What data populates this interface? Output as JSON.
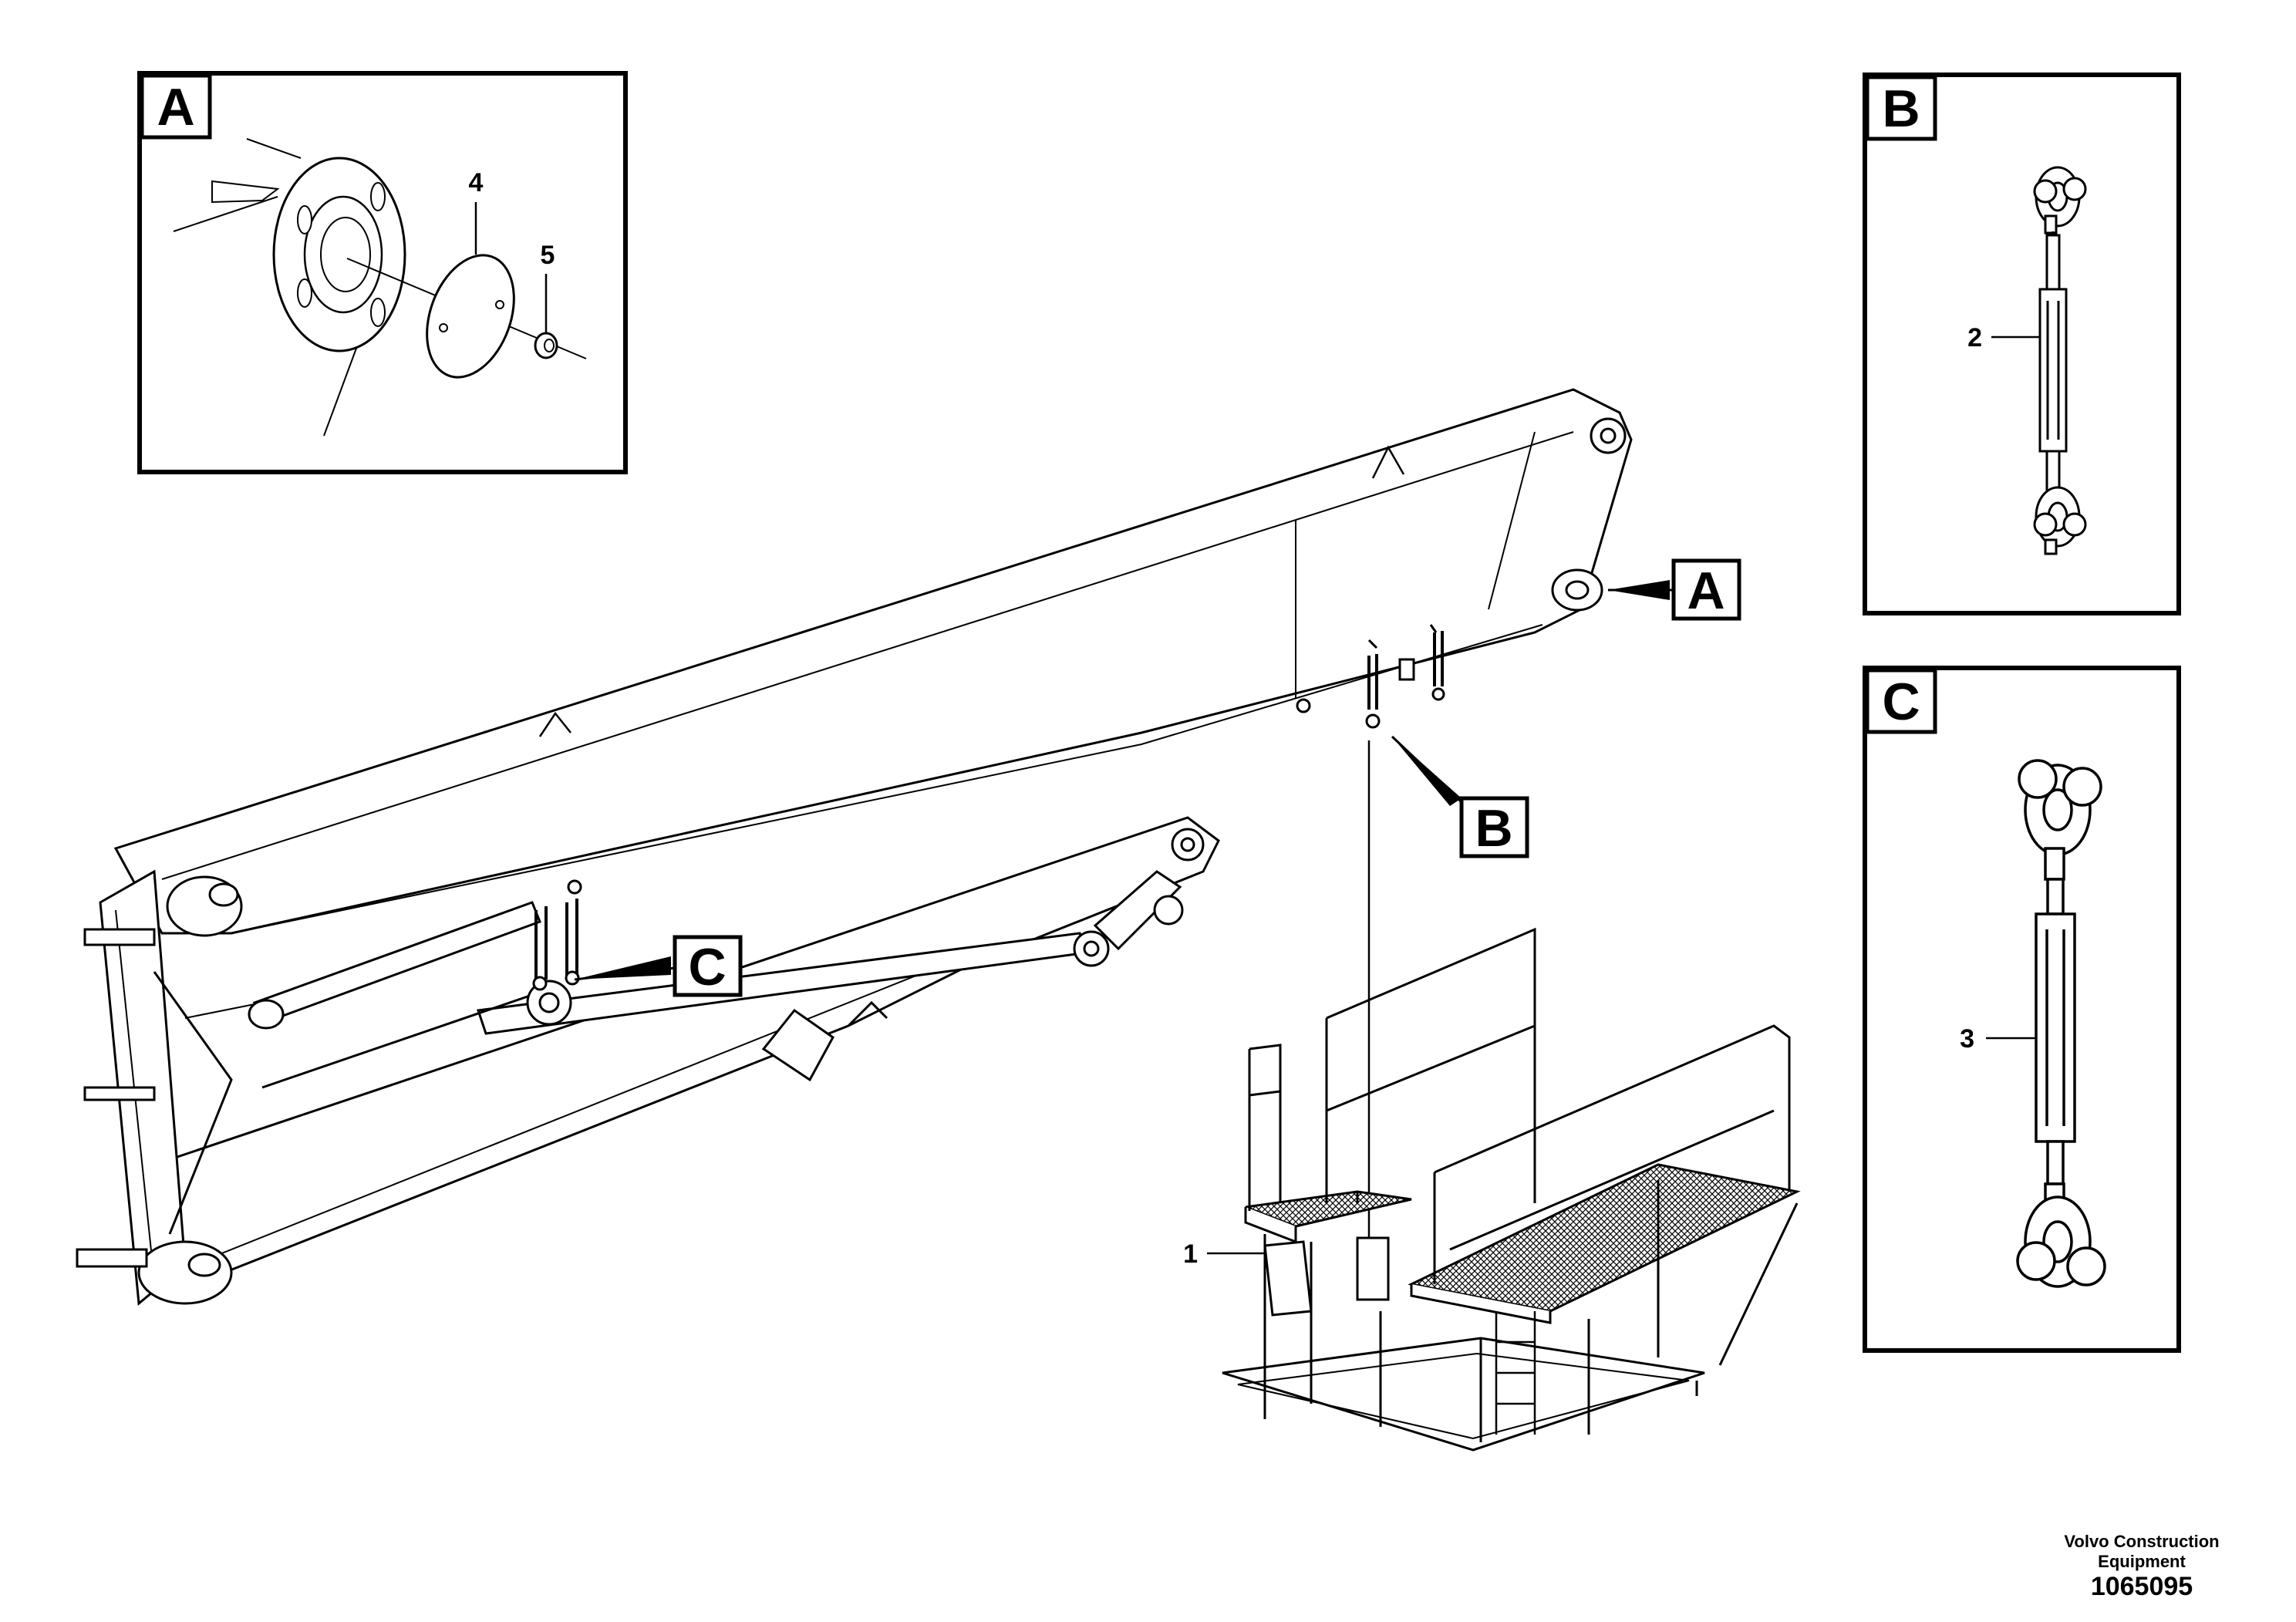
{
  "detail_labels": {
    "a": "A",
    "b": "B",
    "c": "C"
  },
  "callouts": {
    "part1": "1",
    "part2": "2",
    "part3": "3",
    "part4": "4",
    "part5": "5"
  },
  "footer": {
    "company": "Volvo Construction Equipment",
    "doc_number": "1065095"
  }
}
